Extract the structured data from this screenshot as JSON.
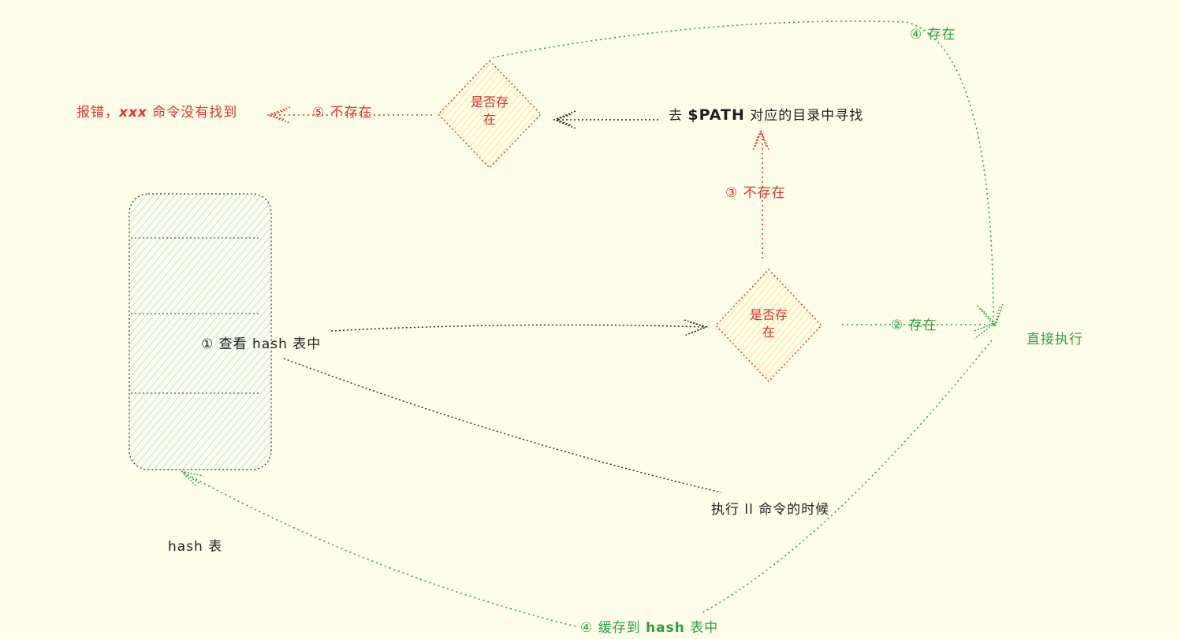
{
  "colors": {
    "background": "#fefde8",
    "red": "#e03131",
    "green": "#2f9e44",
    "black": "#1e1e1e",
    "diamond_fill": "#fff3bf",
    "table_fill": "#a5d8ff"
  },
  "hash_table": {
    "label": "hash 表",
    "rows": 4
  },
  "steps": {
    "step1": "① 查看 hash 表中",
    "step2": "② 存在",
    "step3": "③ 不存在",
    "step4_top": "④ 存在",
    "step4_bottom_prefix": "④ 缓存到 ",
    "step4_bottom_hash": "hash",
    "step4_bottom_suffix": " 表中",
    "step5": "⑤ 不存在"
  },
  "decisions": {
    "upper_line1": "是否存",
    "upper_line2": "在",
    "lower_line1": "是否存",
    "lower_line2": "在"
  },
  "texts": {
    "search_prefix": "去 ",
    "search_var": "$PATH",
    "search_suffix": " 对应的目录中寻找",
    "error_prefix": "报错，",
    "error_var": "xxx",
    "error_suffix": " 命令没有找到",
    "execute": "直接执行",
    "trigger": "执行 ll 命令的时候"
  }
}
